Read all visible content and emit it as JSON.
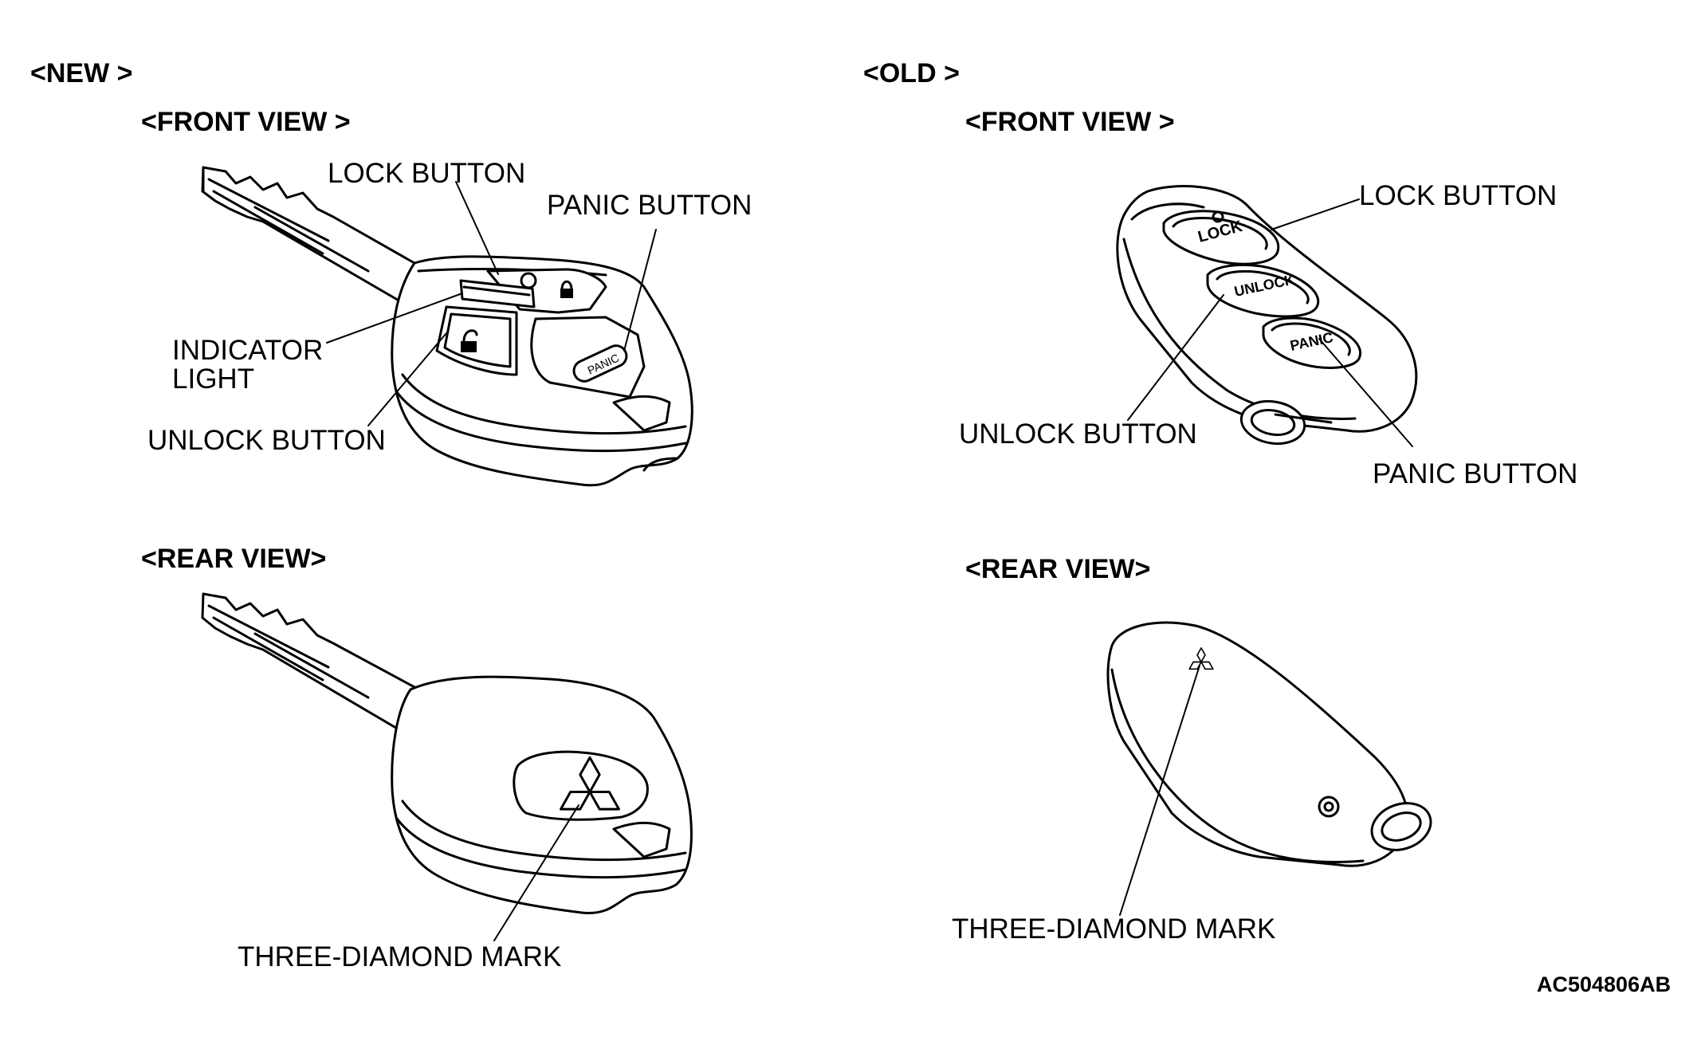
{
  "sections": {
    "new": {
      "heading": "<NEW >",
      "front_heading": "<FRONT VIEW >",
      "rear_heading": "<REAR VIEW>",
      "labels": {
        "lock": "LOCK BUTTON",
        "panic": "PANIC BUTTON",
        "indicator_line1": "INDICATOR",
        "indicator_line2": "LIGHT",
        "unlock": "UNLOCK BUTTON",
        "three_diamond": "THREE-DIAMOND MARK"
      },
      "button_text": {
        "panic": "PANIC"
      }
    },
    "old": {
      "heading": "<OLD >",
      "front_heading": "<FRONT VIEW >",
      "rear_heading": "<REAR VIEW>",
      "labels": {
        "lock": "LOCK BUTTON",
        "unlock": "UNLOCK BUTTON",
        "panic": "PANIC BUTTON",
        "three_diamond": "THREE-DIAMOND MARK"
      },
      "button_text": {
        "lock": "LOCK",
        "unlock": "UNLOCK",
        "panic": "PANIC"
      }
    }
  },
  "figure_id": "AC504806AB",
  "icons": [
    "key-fob-icon",
    "key-blade-icon",
    "three-diamond-icon",
    "key-ring-icon"
  ]
}
